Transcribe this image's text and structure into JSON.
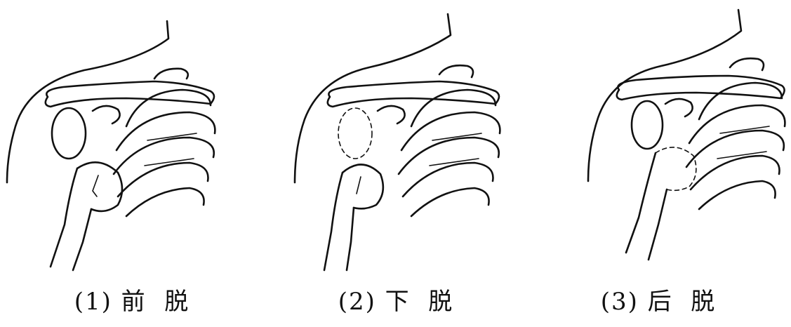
{
  "figures": [
    {
      "caption": "(1) 前  脱"
    },
    {
      "caption": "(2) 下  脱"
    },
    {
      "caption": "(3) 后  脱"
    }
  ]
}
